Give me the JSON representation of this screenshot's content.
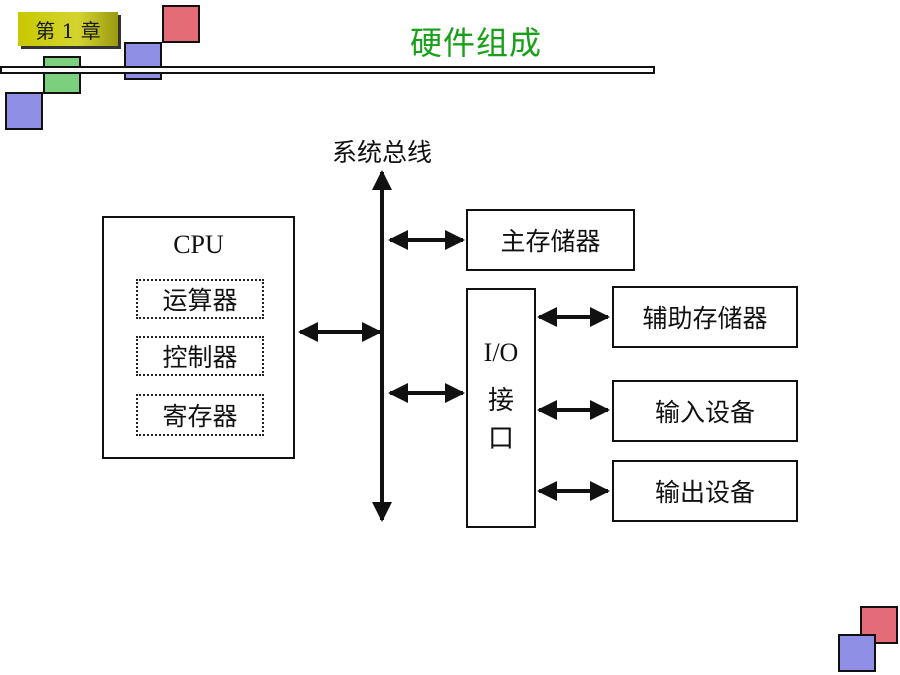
{
  "header": {
    "chapter": "第 1 章",
    "title": "硬件组成"
  },
  "diagram": {
    "bus_label": "系统总线",
    "cpu": {
      "label": "CPU",
      "components": [
        "运算器",
        "控制器",
        "寄存器"
      ]
    },
    "main_memory": "主存储器",
    "io_interface": {
      "line1": "I/O",
      "line2": "接",
      "line3": "口"
    },
    "devices": [
      "辅助存储器",
      "输入设备",
      "输出设备"
    ]
  }
}
